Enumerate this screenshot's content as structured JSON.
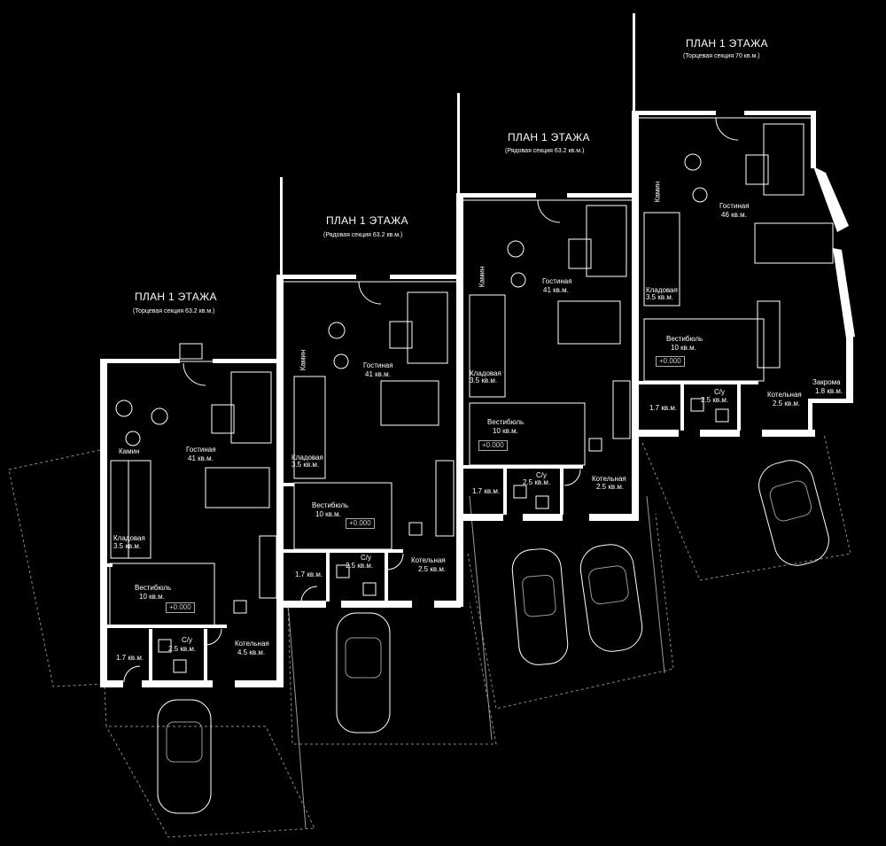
{
  "plans": [
    {
      "title": "ПЛАН 1 ЭТАЖА",
      "subtitle": "(Торцевая секция 63.2 кв.м.)",
      "rooms": {
        "living": "Гостиная",
        "living_area": "41 кв.м.",
        "fireplace": "Камин",
        "storage": "Кладовая",
        "storage_area": "3.5 кв.м.",
        "vestibule": "Вестибюль",
        "vestibule_area": "10 кв.м.",
        "level": "+0.000",
        "wc": "С/у",
        "wc_area": "2.5 кв.м.",
        "boiler": "Котельная",
        "boiler_area": "4.5 кв.м.",
        "small_area": "1.7 кв.м."
      }
    },
    {
      "title": "ПЛАН 1 ЭТАЖА",
      "subtitle": "(Рядовая секция 63.2 кв.м.)",
      "rooms": {
        "living": "Гостиная",
        "living_area": "41 кв.м.",
        "fireplace": "Камин",
        "storage": "Кладовая",
        "storage_area": "3.5 кв.м.",
        "vestibule": "Вестибюль",
        "vestibule_area": "10 кв.м.",
        "level": "+0.000",
        "wc": "С/у",
        "wc_area": "2.5 кв.м.",
        "boiler": "Котельная",
        "boiler_area": "2.5 кв.м.",
        "small_area": "1.7 кв.м."
      }
    },
    {
      "title": "ПЛАН 1 ЭТАЖА",
      "subtitle": "(Рядовая секция 63.2 кв.м.)",
      "rooms": {
        "living": "Гостиная",
        "living_area": "41 кв.м.",
        "fireplace": "Камин",
        "storage": "Кладовая",
        "storage_area": "3.5 кв.м.",
        "vestibule": "Вестибюль",
        "vestibule_area": "10 кв.м.",
        "level": "+0.000",
        "wc": "С/у",
        "wc_area": "2.5 кв.м.",
        "boiler": "Котельная",
        "boiler_area": "2.5 кв.м.",
        "small_area": "1.7 кв.м."
      }
    },
    {
      "title": "ПЛАН 1 ЭТАЖА",
      "subtitle": "(Торцевая секция 70 кв.м.)",
      "rooms": {
        "living": "Гостиная",
        "living_area": "46 кв.м.",
        "fireplace": "Камин",
        "storage": "Кладовая",
        "storage_area": "3.5 кв.м.",
        "vestibule": "Вестибюль",
        "vestibule_area": "10 кв.м.",
        "level": "+0.000",
        "wc": "С/у",
        "wc_area": "2.5 кв.м.",
        "boiler": "Котельная",
        "boiler_area": "2.5 кв.м.",
        "small_area": "1.7 кв.м.",
        "closet": "Закрома",
        "closet_area": "1.8 кв.м."
      }
    }
  ]
}
